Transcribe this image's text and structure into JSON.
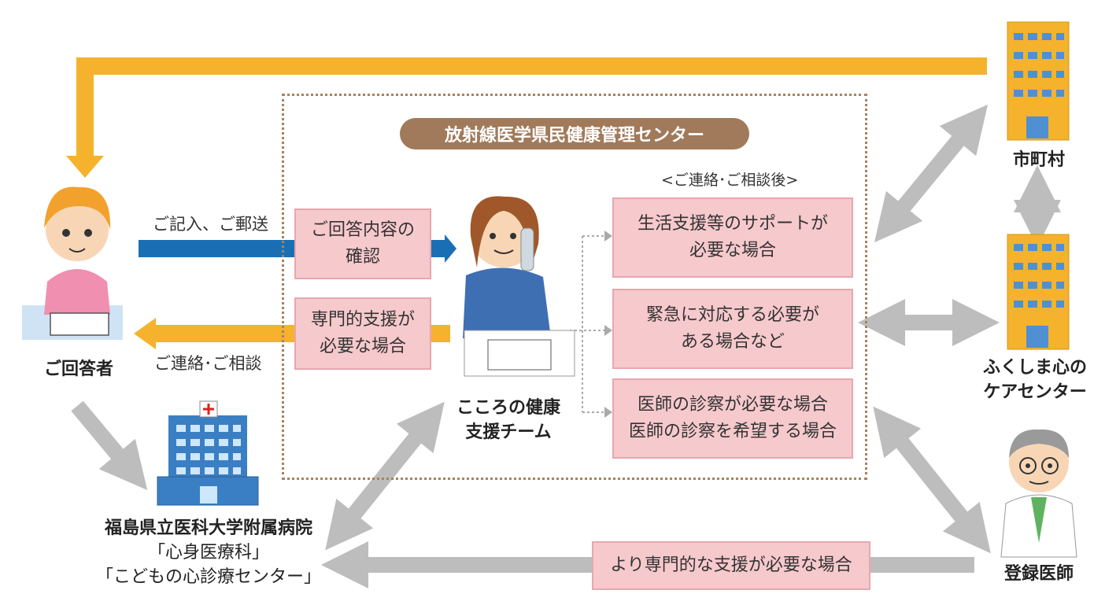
{
  "center": {
    "title": "放射線医学県民健康管理センター"
  },
  "respondent": {
    "label": "ご回答者"
  },
  "flows": {
    "write_send": "ご記入、ご郵送",
    "contact_consult": "ご連絡･ご相談",
    "after_contact": "<ご連絡･ご相談後>"
  },
  "boxes": {
    "confirm_line1": "ご回答内容の",
    "confirm_line2": "確認",
    "specialist_line1": "専門的支援が",
    "specialist_line2": "必要な場合",
    "life_support_line1": "生活支援等のサポートが",
    "life_support_line2": "必要な場合",
    "urgent_line1": "緊急に対応する必要が",
    "urgent_line2": "ある場合など",
    "doctor_line1": "医師の診察が必要な場合",
    "doctor_line2": "医師の診察を希望する場合",
    "more_specialist": "より専門的な支援が必要な場合"
  },
  "team": {
    "line1": "こころの健康",
    "line2": "支援チーム"
  },
  "hospital": {
    "line1": "福島県立医科大学附属病院",
    "line2": "「心身医療科」",
    "line3": "「こどもの心診療センター」"
  },
  "municipality": {
    "label": "市町村"
  },
  "care_center": {
    "line1": "ふくしま心の",
    "line2": "ケアセンター"
  },
  "doctor": {
    "label": "登録医師"
  },
  "colors": {
    "orange_arrow": "#f5b22d",
    "blue_arrow": "#1a6fb4",
    "gray_arrow": "#bdbdbd",
    "pink_box": "#f6c9cc",
    "banner": "#a07a5a"
  }
}
